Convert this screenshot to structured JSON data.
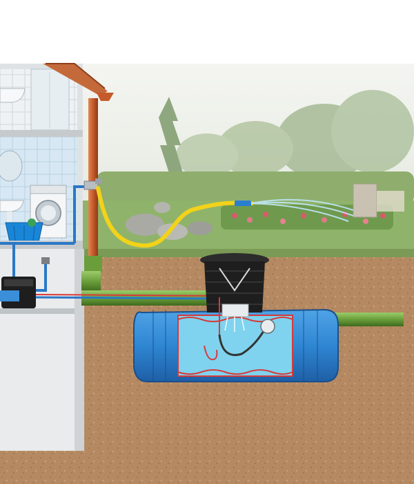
{
  "diagram": {
    "labels": [],
    "colors": {
      "sky": "#eef0ec",
      "lawn": "#8fb36a",
      "soil": "#b58a62",
      "soil_dark": "#9c7250",
      "house_wall": "#dfe2e4",
      "tile_blue": "#cfe4f2",
      "downpipe": "#c55a2a",
      "pipe_green": "#6a9e3a",
      "hose_yellow": "#f2d21a",
      "tank_blue": "#2f86d2",
      "tank_inner": "#7fd3ee",
      "water_line": "#2a5fa8",
      "filter_black": "#1e1e1e"
    },
    "components": [
      {
        "id": "house",
        "icon": "house-cutaway"
      },
      {
        "id": "roof",
        "icon": "roof-tiles"
      },
      {
        "id": "bathroom-sink",
        "icon": "sink-icon"
      },
      {
        "id": "mirror",
        "icon": "mirror-icon"
      },
      {
        "id": "washing-machine",
        "icon": "washing-machine-icon"
      },
      {
        "id": "laundry-basket",
        "icon": "basket-icon"
      },
      {
        "id": "pump",
        "icon": "pump-icon"
      },
      {
        "id": "garden-tap",
        "icon": "tap-icon"
      },
      {
        "id": "garden-hose",
        "icon": "hose-icon"
      },
      {
        "id": "downpipe",
        "icon": "downpipe-icon"
      },
      {
        "id": "inflow-pipe",
        "icon": "pipe-icon"
      },
      {
        "id": "overflow-pipe",
        "icon": "pipe-icon"
      },
      {
        "id": "tank",
        "icon": "underground-tank-icon"
      },
      {
        "id": "filter-dome",
        "icon": "filter-icon"
      },
      {
        "id": "float-switch",
        "icon": "float-icon"
      }
    ]
  }
}
